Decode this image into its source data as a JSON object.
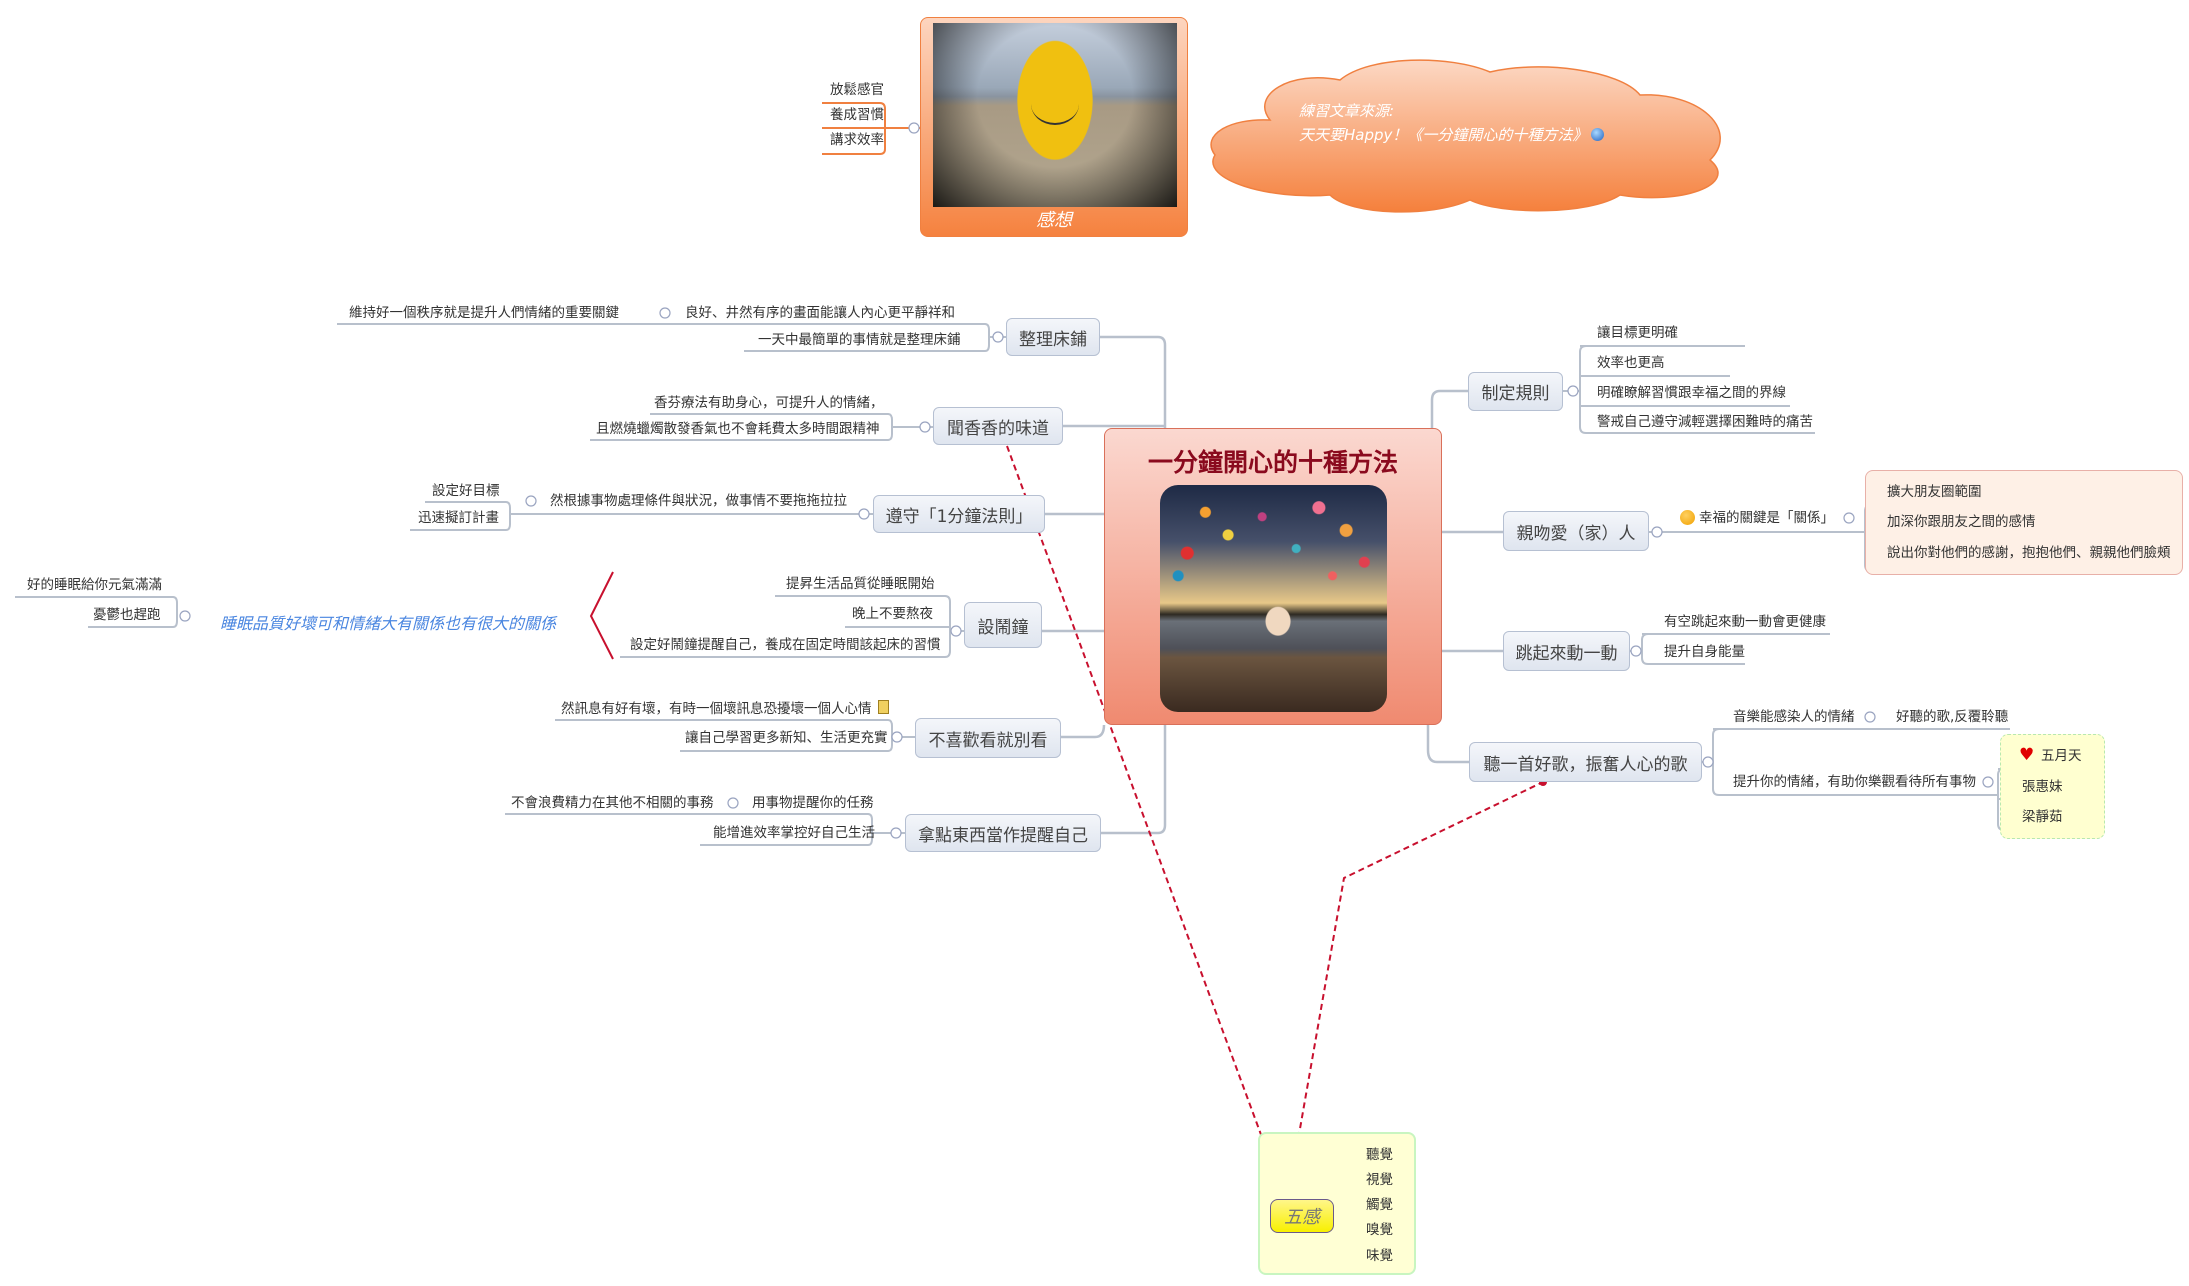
{
  "central": {
    "title": "一分鐘開心的十種方法"
  },
  "colors": {
    "accent": "#8a0a1e",
    "central_fill": "#f08a70",
    "link": "#c8102e",
    "summary_text": "#4a86e0"
  },
  "note": {
    "caption": "感想",
    "children": [
      "放鬆感官",
      "養成習慣",
      "講求效率"
    ]
  },
  "cloud": {
    "line1": "練習文章來源:",
    "line2": "天天要Happy！《一分鐘開心的十種方法》",
    "icon": "globe-icon"
  },
  "left": {
    "make_bed": {
      "label": "整理床鋪",
      "c1": "良好、井然有序的畫面能讓人內心更平靜祥和",
      "c1_child": "維持好一個秩序就是提升人們情緒的重要關鍵",
      "c2": "一天中最簡單的事情就是整理床鋪"
    },
    "scent": {
      "label": "聞香香的味道",
      "c1": "香芬療法有助身心，可提升人的情緒，",
      "c2": "且燃燒蠟燭散發香氣也不會耗費太多時間跟精神"
    },
    "one_minute": {
      "label": "遵守「1分鐘法則」",
      "c1": "然根據事物處理條件與狀況，做事情不要拖拖拉拉",
      "c1_children": [
        "設定好目標",
        "迅速擬訂計畫"
      ]
    },
    "alarm": {
      "label": "設鬧鐘",
      "children": [
        "提昇生活品質從睡眠開始",
        "晚上不要熬夜",
        "設定好鬧鐘提醒自己，養成在固定時間該起床的習慣"
      ],
      "summary": "睡眠品質好壞可和情緒大有關係也有很大的關係",
      "summary_children": [
        "好的睡眠給你元氣滿滿",
        "憂鬱也趕跑"
      ]
    },
    "dont_watch": {
      "label": "不喜歡看就別看",
      "c1": "然訊息有好有壞，有時一個壞訊息恐擾壞一個人心情",
      "c2": "讓自己學習更多新知、生活更充實"
    },
    "reminder": {
      "label": "拿點東西當作提醒自己",
      "c1": "用事物提醒你的任務",
      "c1_child": "不會浪費精力在其他不相關的事務",
      "c2": "能增進效率掌控好自己生活"
    }
  },
  "right": {
    "rules": {
      "label": "制定規則",
      "children": [
        "讓目標更明確",
        "效率也更高",
        "明確瞭解習慣跟幸福之間的界線",
        "警戒自己遵守減輕選擇困難時的痛苦"
      ]
    },
    "family": {
      "label": "親吻愛（家）人",
      "c1": "幸福的關鍵是「關係」",
      "c1_children": [
        "擴大朋友圈範圍",
        "加深你跟朋友之間的感情",
        "說出你對他們的感謝，抱抱他們、親親他們臉頰"
      ]
    },
    "exercise": {
      "label": "跳起來動一動",
      "children": [
        "有空跳起來動一動會更健康",
        "提升自身能量"
      ]
    },
    "music": {
      "label": "聽一首好歌，振奮人心的歌",
      "c1": "音樂能感染人的情緒",
      "c1_child": "好聽的歌,反覆聆聽",
      "c2": "提升你的情緒，有助你樂觀看待所有事物",
      "c2_children": [
        "五月天",
        "張惠妹",
        "梁靜茹"
      ]
    }
  },
  "senses": {
    "label": "五感",
    "children": [
      "聽覺",
      "視覺",
      "觸覺",
      "嗅覺",
      "味覺"
    ]
  }
}
